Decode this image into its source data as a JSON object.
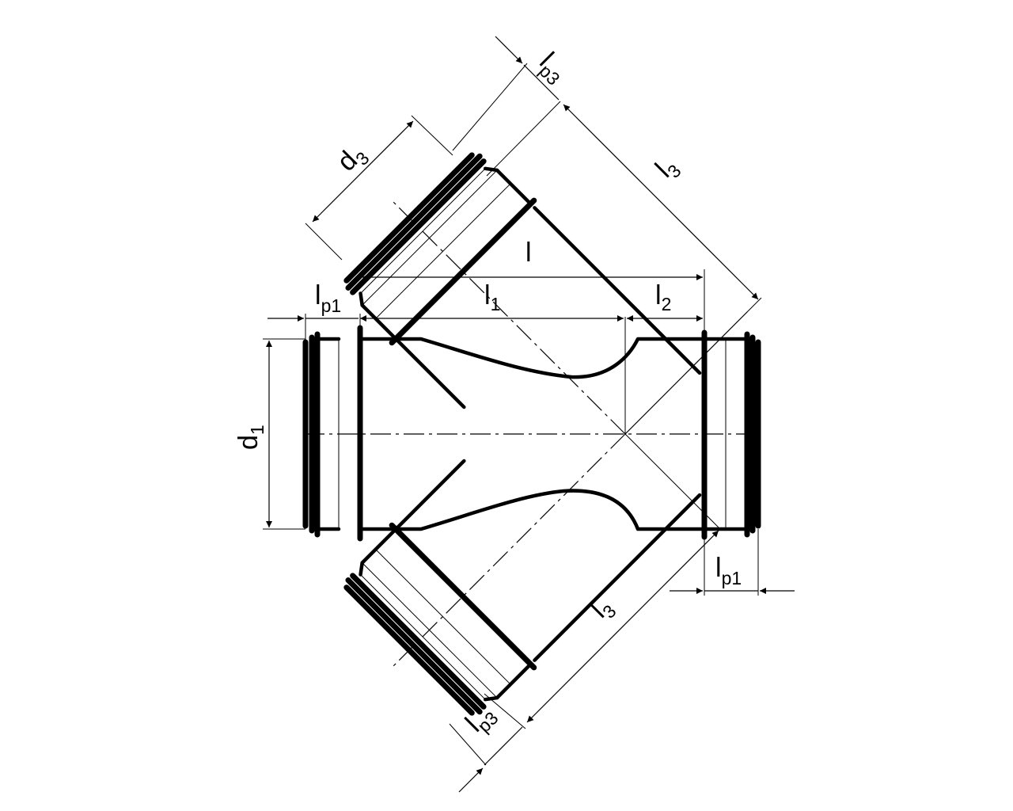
{
  "labels": {
    "d1": {
      "main": "d",
      "sub": "1"
    },
    "d3": {
      "main": "d",
      "sub": "3"
    },
    "l": {
      "main": "l"
    },
    "l1": {
      "main": "l",
      "sub": "1"
    },
    "l2": {
      "main": "l",
      "sub": "2"
    },
    "l3_top": {
      "main": "l",
      "sub": "3"
    },
    "l3_bottom": {
      "main": "l",
      "sub": "3"
    },
    "lp1_left": {
      "main": "l",
      "sub": "p1"
    },
    "lp1_right": {
      "main": "l",
      "sub": "p1"
    },
    "lp3_top": {
      "main": "l",
      "sub": "p3"
    },
    "lp3_bottom": {
      "main": "l",
      "sub": "p3"
    }
  },
  "colors": {
    "line": "#000000",
    "background": "#ffffff"
  }
}
